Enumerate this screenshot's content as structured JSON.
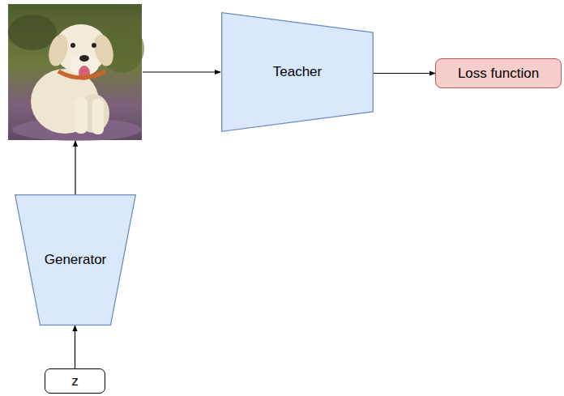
{
  "diagram": {
    "nodes": [
      {
        "text": [
          "Teacher"
        ]
      },
      {
        "text": [
          "Loss function"
        ]
      },
      {
        "text": [
          "Generator"
        ]
      },
      {
        "text": [
          "z"
        ]
      }
    ],
    "edges": [
      {
        "from": 3,
        "to": 2,
        "arrow": "to"
      },
      {
        "from": 0,
        "to": 1,
        "arrow": "to"
      }
    ]
  }
}
